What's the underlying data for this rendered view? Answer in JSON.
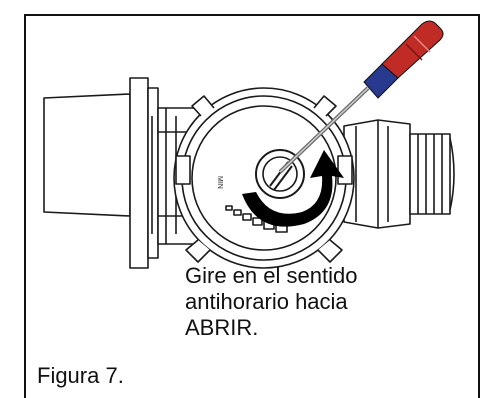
{
  "instruction_text": "Gire en el sentido\nantihorario hacia\nABRIR.",
  "figure_label": "Figura 7.",
  "dial_label": "MIN",
  "colors": {
    "screwdriver_handle_red": "#c02b26",
    "screwdriver_handle_blue": "#273a8f",
    "line_art": "#1a1a1a",
    "arrow": "#000000"
  },
  "icons": {
    "rotation_arrow": "counterclockwise-arrow-icon"
  }
}
